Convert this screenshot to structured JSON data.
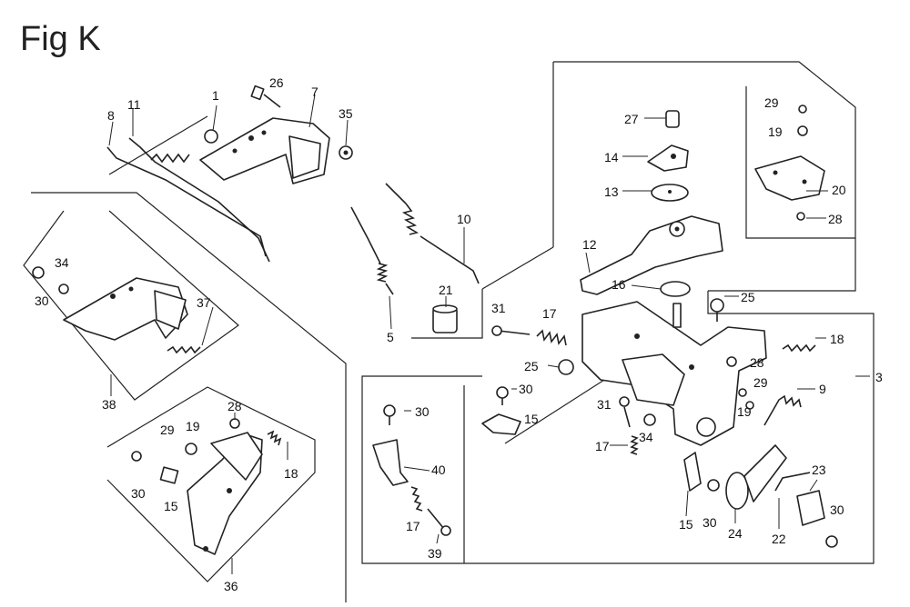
{
  "title": "Fig K",
  "callouts": [
    {
      "id": "c1",
      "label": "1"
    },
    {
      "id": "c26",
      "label": "26"
    },
    {
      "id": "c7",
      "label": "7"
    },
    {
      "id": "c35",
      "label": "35"
    },
    {
      "id": "c8",
      "label": "8"
    },
    {
      "id": "c11",
      "label": "11"
    },
    {
      "id": "c10",
      "label": "10"
    },
    {
      "id": "c21",
      "label": "21"
    },
    {
      "id": "c5",
      "label": "5"
    },
    {
      "id": "c34a",
      "label": "34"
    },
    {
      "id": "c30a",
      "label": "30"
    },
    {
      "id": "c37",
      "label": "37"
    },
    {
      "id": "c38",
      "label": "38"
    },
    {
      "id": "c28a",
      "label": "28"
    },
    {
      "id": "c29a",
      "label": "29"
    },
    {
      "id": "c19a",
      "label": "19"
    },
    {
      "id": "c18a",
      "label": "18"
    },
    {
      "id": "c30b",
      "label": "30"
    },
    {
      "id": "c15a",
      "label": "15"
    },
    {
      "id": "c36",
      "label": "36"
    },
    {
      "id": "c27",
      "label": "27"
    },
    {
      "id": "c14",
      "label": "14"
    },
    {
      "id": "c13",
      "label": "13"
    },
    {
      "id": "c12",
      "label": "12"
    },
    {
      "id": "c16",
      "label": "16"
    },
    {
      "id": "c29b",
      "label": "29"
    },
    {
      "id": "c19b",
      "label": "19"
    },
    {
      "id": "c20",
      "label": "20"
    },
    {
      "id": "c28b",
      "label": "28"
    },
    {
      "id": "c25a",
      "label": "25"
    },
    {
      "id": "c31a",
      "label": "31"
    },
    {
      "id": "c17a",
      "label": "17"
    },
    {
      "id": "c25b",
      "label": "25"
    },
    {
      "id": "c30c",
      "label": "30"
    },
    {
      "id": "c15b",
      "label": "15"
    },
    {
      "id": "c30d",
      "label": "30"
    },
    {
      "id": "c40",
      "label": "40"
    },
    {
      "id": "c17b",
      "label": "17"
    },
    {
      "id": "c39",
      "label": "39"
    },
    {
      "id": "c18b",
      "label": "18"
    },
    {
      "id": "c28c",
      "label": "28"
    },
    {
      "id": "c29c",
      "label": "29"
    },
    {
      "id": "c19c",
      "label": "19"
    },
    {
      "id": "c9",
      "label": "9"
    },
    {
      "id": "c3",
      "label": "3"
    },
    {
      "id": "c31b",
      "label": "31"
    },
    {
      "id": "c34b",
      "label": "34"
    },
    {
      "id": "c17c",
      "label": "17"
    },
    {
      "id": "c23",
      "label": "23"
    },
    {
      "id": "c30e",
      "label": "30"
    },
    {
      "id": "c15c",
      "label": "15"
    },
    {
      "id": "c30f",
      "label": "30"
    },
    {
      "id": "c24",
      "label": "24"
    },
    {
      "id": "c22",
      "label": "22"
    }
  ]
}
